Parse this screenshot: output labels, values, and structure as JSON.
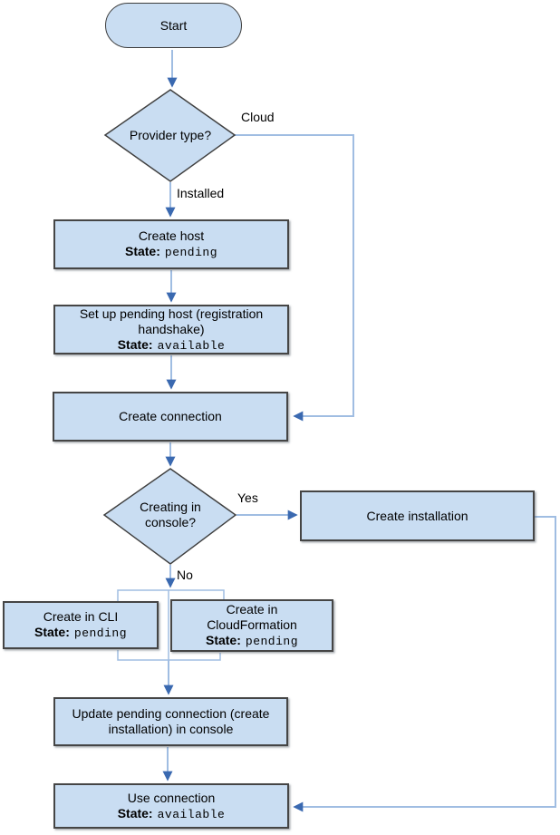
{
  "diagram": {
    "type": "flowchart",
    "nodes": {
      "start": {
        "label": "Start"
      },
      "provider_type": {
        "label": "Provider type?"
      },
      "create_host": {
        "label": "Create host",
        "state_label": "State:",
        "state_value": "pending"
      },
      "setup_pending_host": {
        "label": "Set up pending host (registration handshake)",
        "state_label": "State:",
        "state_value": "available"
      },
      "create_connection": {
        "label": "Create connection"
      },
      "creating_in_console": {
        "label": "Creating in console?"
      },
      "create_installation": {
        "label": "Create installation"
      },
      "create_in_cli": {
        "label": "Create in CLI",
        "state_label": "State:",
        "state_value": "pending"
      },
      "create_in_cloudformation": {
        "label": "Create in CloudFormation",
        "state_label": "State:",
        "state_value": "pending"
      },
      "update_pending_connection": {
        "label": "Update pending connection (create installation) in console"
      },
      "use_connection": {
        "label": "Use connection",
        "state_label": "State:",
        "state_value": "available"
      }
    },
    "edge_labels": {
      "cloud": "Cloud",
      "installed": "Installed",
      "yes": "Yes",
      "no": "No"
    },
    "colors": {
      "node_fill": "#C9DDF2",
      "node_border": "#404040",
      "connector_line": "#A0BDE2",
      "arrowhead": "#3A69B0",
      "background": "#FFFFFF"
    }
  }
}
